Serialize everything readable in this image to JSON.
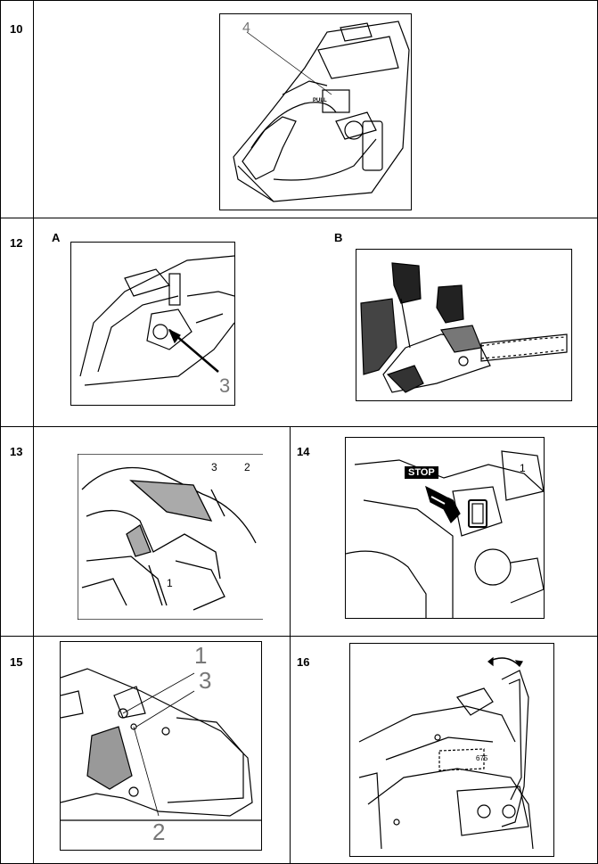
{
  "rows": [
    {
      "number": "10"
    },
    {
      "number": "12",
      "labels": [
        "A",
        "B"
      ]
    },
    {
      "number": "13"
    },
    {
      "number": "14"
    },
    {
      "number": "15"
    },
    {
      "number": "16"
    }
  ],
  "figures": {
    "fig10": {
      "callouts": [
        "4"
      ],
      "stamp": "PULL"
    },
    "fig12a": {
      "callouts": [
        "3"
      ]
    },
    "fig13": {
      "callouts": [
        "3",
        "2",
        "1"
      ]
    },
    "fig14": {
      "callouts": [
        "STOP",
        "1"
      ]
    },
    "fig15": {
      "callouts": [
        "1",
        "3",
        "2"
      ]
    },
    "fig16": {
      "callouts": [
        "675"
      ]
    }
  }
}
